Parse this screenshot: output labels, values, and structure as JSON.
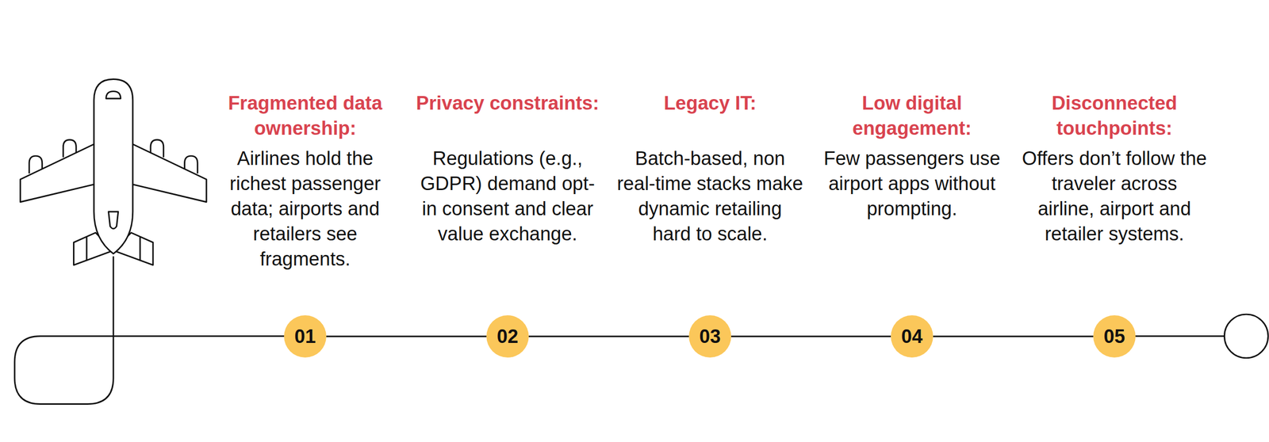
{
  "diagram": {
    "nodes": [
      {
        "text": [
          "01"
        ]
      },
      {
        "text": [
          "02"
        ]
      },
      {
        "text": [
          "03"
        ]
      },
      {
        "text": [
          "04"
        ]
      },
      {
        "text": [
          "05"
        ]
      }
    ],
    "edges": [
      {
        "from": 0,
        "to": 1,
        "arrow": "none"
      },
      {
        "from": 1,
        "to": 2,
        "arrow": "none"
      },
      {
        "from": 2,
        "to": 3,
        "arrow": "none"
      },
      {
        "from": 3,
        "to": 4,
        "arrow": "none"
      }
    ],
    "labels": [
      "Fragmented data ownership:",
      "Airlines hold the richest passenger data; airports and retailers see fragments.",
      "Privacy constraints:",
      "Regulations (e.g., GDPR) demand opt-in consent and clear value exchange.",
      "Legacy IT:",
      "Batch-based, non real-time stacks make dynamic retailing hard to scale.",
      "Low digital engagement:",
      "Few passengers use airport apps without prompting.",
      "Disconnected touchpoints:",
      "Offers don’t follow the traveler across airline, airport and retailer systems."
    ]
  }
}
